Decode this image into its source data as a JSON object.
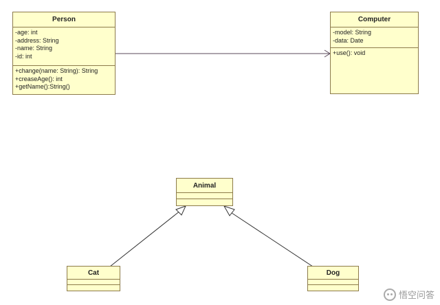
{
  "classes": {
    "person": {
      "name": "Person",
      "attributes": [
        "-age: int",
        "-address: String",
        "-name: String",
        "-id: int"
      ],
      "operations": [
        "+change(name: String): String",
        "+creaseAge(): int",
        "+getName():String()"
      ]
    },
    "computer": {
      "name": "Computer",
      "attributes": [
        "-model: String",
        "-data: Date"
      ],
      "operations": [
        "+use(): void"
      ]
    },
    "animal": {
      "name": "Animal"
    },
    "cat": {
      "name": "Cat"
    },
    "dog": {
      "name": "Dog"
    }
  },
  "relations": [
    {
      "from": "Person",
      "to": "Computer",
      "type": "association"
    },
    {
      "from": "Cat",
      "to": "Animal",
      "type": "generalization"
    },
    {
      "from": "Dog",
      "to": "Animal",
      "type": "generalization"
    }
  ],
  "watermark": {
    "text": "悟空问答"
  },
  "colors": {
    "class_fill": "#ffffcc",
    "border": "#8c7a4a",
    "line": "#5a4a5a"
  }
}
